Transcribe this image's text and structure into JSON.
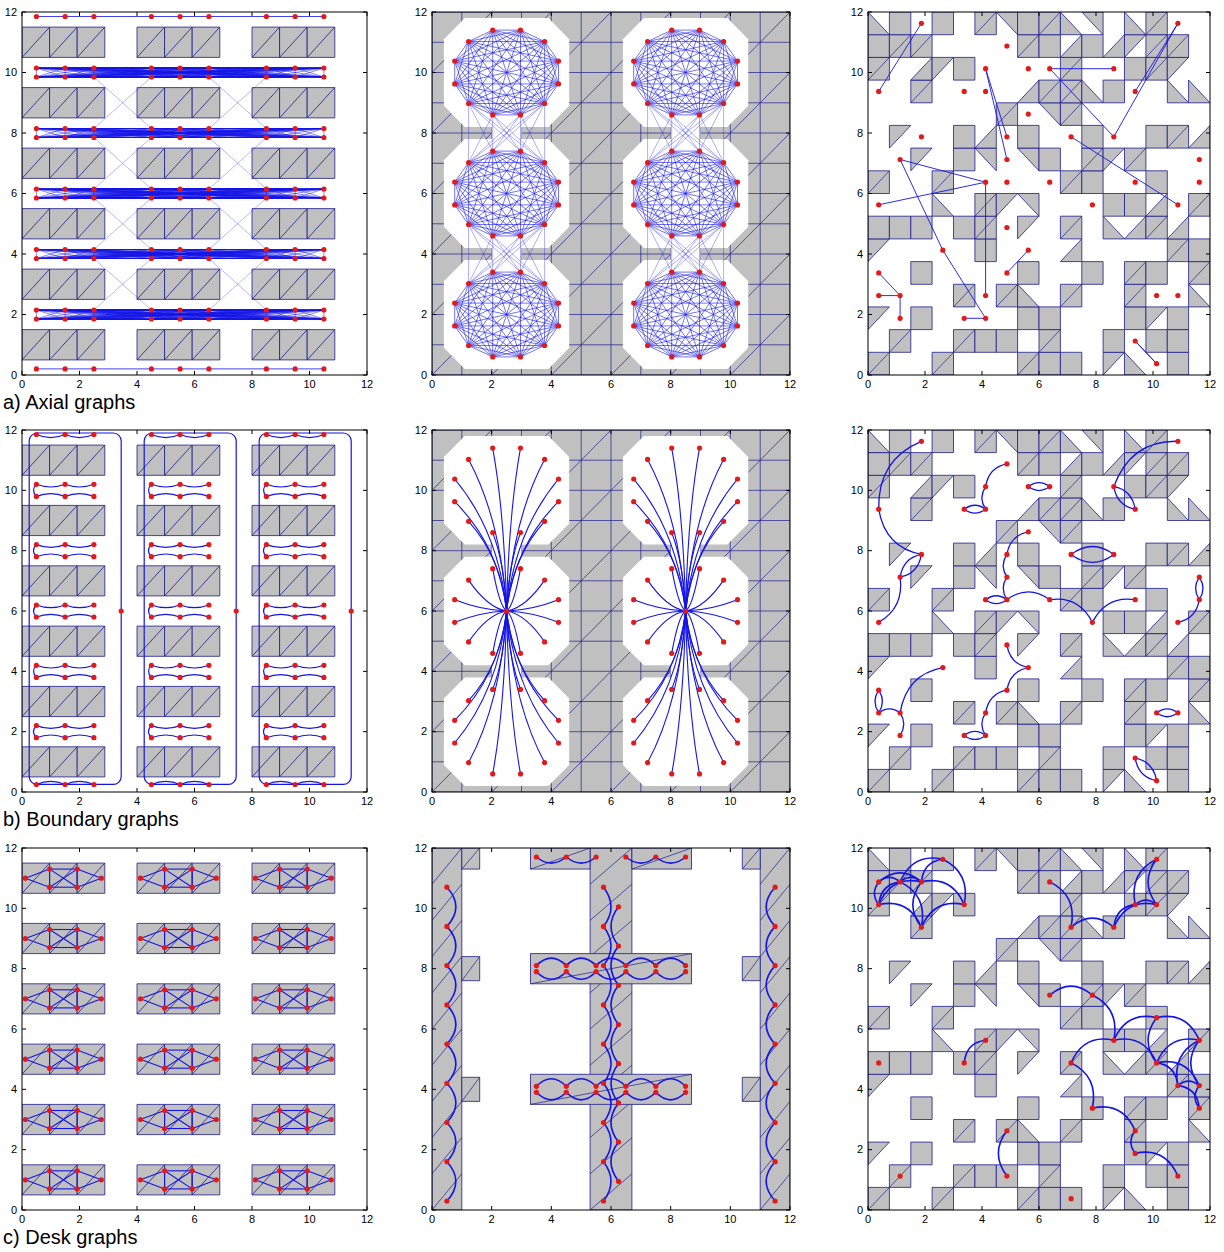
{
  "diagram": {
    "labels": [
      "12",
      "10",
      "8",
      "6",
      "4",
      "2",
      "0",
      "0",
      "2",
      "4",
      "6",
      "8",
      "10",
      "12",
      "12",
      "10",
      "8",
      "6",
      "4",
      "2",
      "0",
      "0",
      "2",
      "4",
      "6",
      "8",
      "10",
      "12",
      "12",
      "10",
      "8",
      "6",
      "4",
      "2",
      "0",
      "0",
      "2",
      "4",
      "6",
      "8",
      "10",
      "12",
      "a) Axial graphs",
      "12",
      "10",
      "8",
      "6",
      "4",
      "2",
      "0",
      "0",
      "2",
      "4",
      "6",
      "8",
      "10",
      "12",
      "12",
      "10",
      "8",
      "6",
      "4",
      "2",
      "0",
      "0",
      "2",
      "4",
      "6",
      "8",
      "10",
      "12",
      "12",
      "10",
      "8",
      "6",
      "4",
      "2",
      "0",
      "0",
      "2",
      "4",
      "6",
      "8",
      "10",
      "12",
      "b) Boundary graphs",
      "12",
      "10",
      "8",
      "6",
      "4",
      "2",
      "0",
      "0",
      "2",
      "4",
      "6",
      "8",
      "10",
      "12",
      "12",
      "10",
      "8",
      "6",
      "4",
      "2",
      "0",
      "0",
      "2",
      "4",
      "6",
      "8",
      "10",
      "12",
      "12",
      "10",
      "8",
      "6",
      "4",
      "2",
      "0",
      "0",
      "2",
      "4",
      "6",
      "8",
      "10",
      "12",
      "c) Desk graphs"
    ]
  }
}
